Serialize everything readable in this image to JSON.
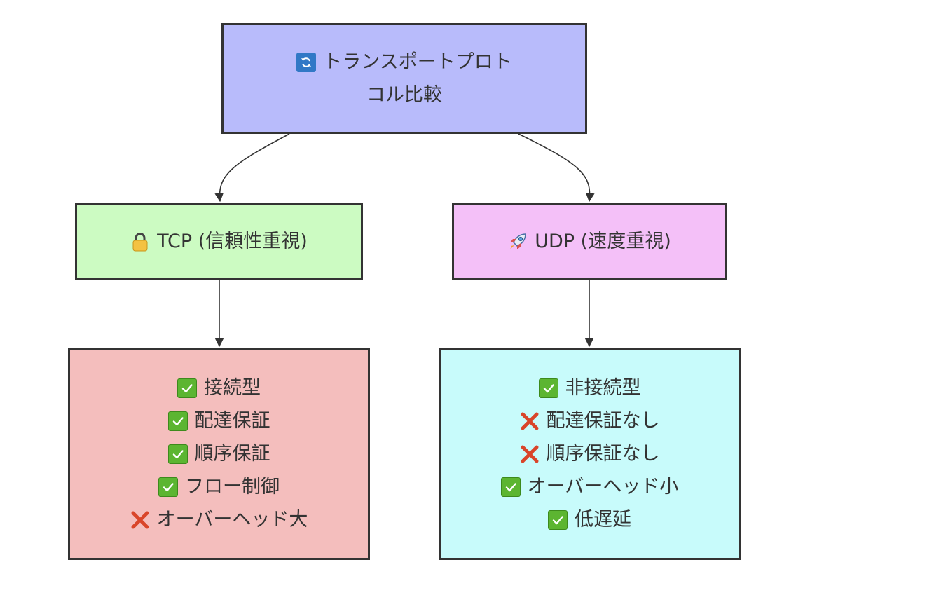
{
  "colors": {
    "root_fill": "#b8bbfb",
    "tcp_fill": "#ccfbc2",
    "udp_fill": "#f4c0f8",
    "tcp_features_fill": "#f4bebd",
    "udp_features_fill": "#c8fbfb",
    "border": "#333333",
    "edge": "#333333"
  },
  "root": {
    "icon": "refresh-icon",
    "line1": "トランスポートプロト",
    "line2": "コル比較"
  },
  "tcp": {
    "icon": "lock-icon",
    "label": "TCP (信頼性重視)"
  },
  "udp": {
    "icon": "rocket-icon",
    "label": "UDP (速度重視)"
  },
  "tcp_features": [
    {
      "icon": "check-icon",
      "text": "接続型"
    },
    {
      "icon": "check-icon",
      "text": "配達保証"
    },
    {
      "icon": "check-icon",
      "text": "順序保証"
    },
    {
      "icon": "check-icon",
      "text": "フロー制御"
    },
    {
      "icon": "cross-icon",
      "text": "オーバーヘッド大"
    }
  ],
  "udp_features": [
    {
      "icon": "check-icon",
      "text": "非接続型"
    },
    {
      "icon": "cross-icon",
      "text": "配達保証なし"
    },
    {
      "icon": "cross-icon",
      "text": "順序保証なし"
    },
    {
      "icon": "check-icon",
      "text": "オーバーヘッド小"
    },
    {
      "icon": "check-icon",
      "text": "低遅延"
    }
  ]
}
